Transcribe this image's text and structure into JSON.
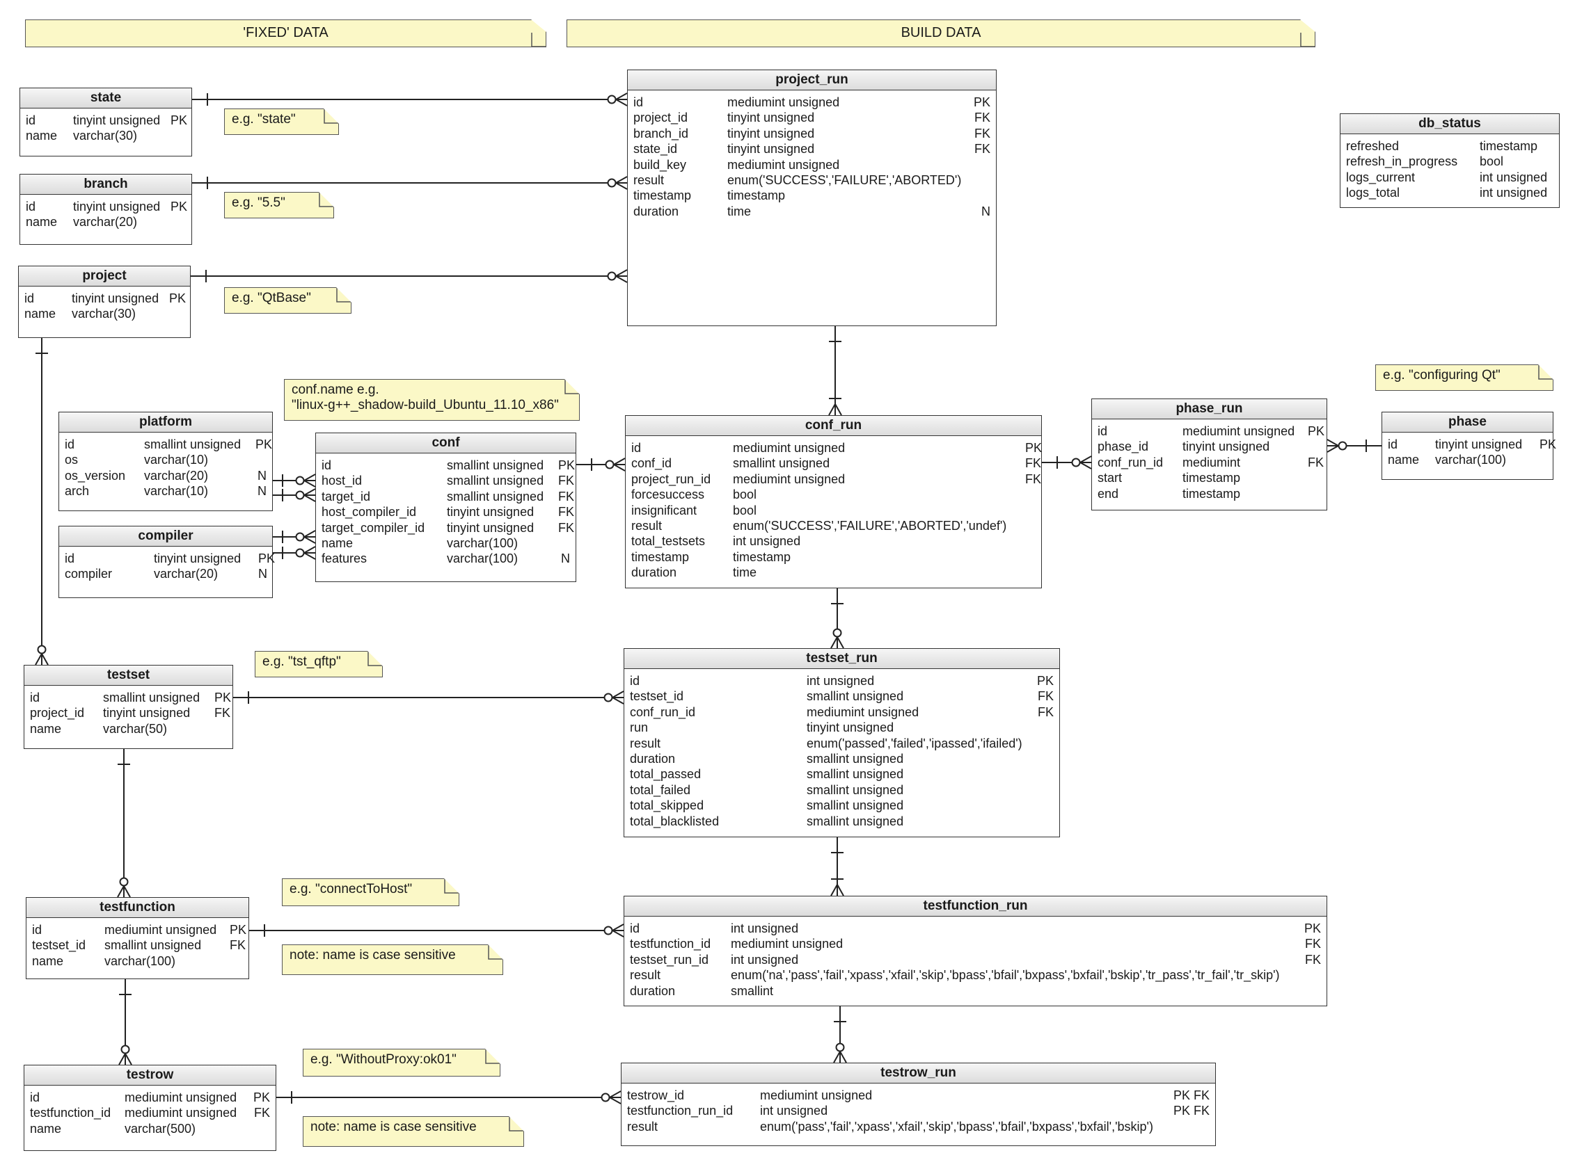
{
  "banners": {
    "fixed": "'FIXED' DATA",
    "build": "BUILD DATA"
  },
  "notes": {
    "state": "e.g. \"state\"",
    "branch": "e.g. \"5.5\"",
    "project": "e.g. \"QtBase\"",
    "conf": "conf.name e.g.\n\"linux-g++_shadow-build_Ubuntu_11.10_x86\"",
    "phase": "e.g. \"configuring Qt\"",
    "testset": "e.g. \"tst_qftp\"",
    "testfunction": "e.g. \"connectToHost\"",
    "testfunction_case": "note: name is case sensitive",
    "testrow": "e.g. \"WithoutProxy:ok01\"",
    "testrow_case": "note: name is case sensitive"
  },
  "entities": [
    {
      "id": "state",
      "title": "state",
      "rows": [
        [
          "id",
          "tinyint unsigned",
          "PK"
        ],
        [
          "name",
          "varchar(30)",
          ""
        ]
      ]
    },
    {
      "id": "branch",
      "title": "branch",
      "rows": [
        [
          "id",
          "tinyint unsigned",
          "PK"
        ],
        [
          "name",
          "varchar(20)",
          ""
        ]
      ]
    },
    {
      "id": "project",
      "title": "project",
      "rows": [
        [
          "id",
          "tinyint unsigned",
          "PK"
        ],
        [
          "name",
          "varchar(30)",
          ""
        ]
      ]
    },
    {
      "id": "platform",
      "title": "platform",
      "rows": [
        [
          "id",
          "smallint unsigned",
          "PK"
        ],
        [
          "os",
          "varchar(10)",
          ""
        ],
        [
          "os_version",
          "varchar(20)",
          "N"
        ],
        [
          "arch",
          "varchar(10)",
          "N"
        ]
      ]
    },
    {
      "id": "compiler",
      "title": "compiler",
      "rows": [
        [
          "id",
          "tinyint unsigned",
          "PK"
        ],
        [
          "compiler",
          "varchar(20)",
          "N"
        ]
      ]
    },
    {
      "id": "conf",
      "title": "conf",
      "rows": [
        [
          "id",
          "smallint unsigned",
          "PK"
        ],
        [
          "host_id",
          "smallint unsigned",
          "FK"
        ],
        [
          "target_id",
          "smallint unsigned",
          "FK"
        ],
        [
          "host_compiler_id",
          "tinyint unsigned",
          "FK"
        ],
        [
          "target_compiler_id",
          "tinyint unsigned",
          "FK"
        ],
        [
          "name",
          "varchar(100)",
          ""
        ],
        [
          "features",
          "varchar(100)",
          "N"
        ]
      ]
    },
    {
      "id": "project_run",
      "title": "project_run",
      "rows": [
        [
          "id",
          "mediumint unsigned",
          "PK"
        ],
        [
          "project_id",
          "tinyint unsigned",
          "FK"
        ],
        [
          "branch_id",
          "tinyint unsigned",
          "FK"
        ],
        [
          "state_id",
          "tinyint unsigned",
          "FK"
        ],
        [
          "build_key",
          "mediumint unsigned",
          ""
        ],
        [
          "result",
          "enum('SUCCESS','FAILURE','ABORTED')",
          ""
        ],
        [
          "timestamp",
          "timestamp",
          ""
        ],
        [
          "duration",
          "time",
          "N"
        ]
      ]
    },
    {
      "id": "db_status",
      "title": "db_status",
      "rows": [
        [
          "refreshed",
          "timestamp",
          ""
        ],
        [
          "refresh_in_progress",
          "bool",
          ""
        ],
        [
          "logs_current",
          "int unsigned",
          ""
        ],
        [
          "logs_total",
          "int unsigned",
          ""
        ]
      ]
    },
    {
      "id": "conf_run",
      "title": "conf_run",
      "rows": [
        [
          "id",
          "mediumint unsigned",
          "PK"
        ],
        [
          "conf_id",
          "smallint unsigned",
          "FK"
        ],
        [
          "project_run_id",
          "mediumint unsigned",
          "FK"
        ],
        [
          "forcesuccess",
          "bool",
          ""
        ],
        [
          "insignificant",
          "bool",
          ""
        ],
        [
          "result",
          "enum('SUCCESS','FAILURE','ABORTED','undef')",
          ""
        ],
        [
          "total_testsets",
          "int unsigned",
          ""
        ],
        [
          "timestamp",
          "timestamp",
          ""
        ],
        [
          "duration",
          "time",
          ""
        ]
      ]
    },
    {
      "id": "phase_run",
      "title": "phase_run",
      "rows": [
        [
          "id",
          "mediumint unsigned",
          "PK"
        ],
        [
          "phase_id",
          "tinyint unsigned",
          ""
        ],
        [
          "conf_run_id",
          "mediumint",
          "FK"
        ],
        [
          "start",
          "timestamp",
          ""
        ],
        [
          "end",
          "timestamp",
          ""
        ]
      ]
    },
    {
      "id": "phase",
      "title": "phase",
      "rows": [
        [
          "id",
          "tinyint unsigned",
          "PK"
        ],
        [
          "name",
          "varchar(100)",
          ""
        ]
      ]
    },
    {
      "id": "testset",
      "title": "testset",
      "rows": [
        [
          "id",
          "smallint unsigned",
          "PK"
        ],
        [
          "project_id",
          "tinyint unsigned",
          "FK"
        ],
        [
          "name",
          "varchar(50)",
          ""
        ]
      ]
    },
    {
      "id": "testset_run",
      "title": "testset_run",
      "rows": [
        [
          "id",
          "int unsigned",
          "PK"
        ],
        [
          "testset_id",
          "smallint unsigned",
          "FK"
        ],
        [
          "conf_run_id",
          "mediumint unsigned",
          "FK"
        ],
        [
          "run",
          "tinyint unsigned",
          ""
        ],
        [
          "result",
          "enum('passed','failed','ipassed','ifailed')",
          ""
        ],
        [
          "duration",
          "smallint unsigned",
          ""
        ],
        [
          "total_passed",
          "smallint unsigned",
          ""
        ],
        [
          "total_failed",
          "smallint unsigned",
          ""
        ],
        [
          "total_skipped",
          "smallint unsigned",
          ""
        ],
        [
          "total_blacklisted",
          "smallint unsigned",
          ""
        ]
      ]
    },
    {
      "id": "testfunction",
      "title": "testfunction",
      "rows": [
        [
          "id",
          "mediumint unsigned",
          "PK"
        ],
        [
          "testset_id",
          "smallint unsigned",
          "FK"
        ],
        [
          "name",
          "varchar(100)",
          ""
        ]
      ]
    },
    {
      "id": "testfunction_run",
      "title": "testfunction_run",
      "rows": [
        [
          "id",
          "int unsigned",
          "PK"
        ],
        [
          "testfunction_id",
          "mediumint unsigned",
          "FK"
        ],
        [
          "testset_run_id",
          "int unsigned",
          "FK"
        ],
        [
          "result",
          "enum('na','pass','fail','xpass','xfail','skip','bpass','bfail','bxpass','bxfail','bskip','tr_pass','tr_fail','tr_skip')",
          ""
        ],
        [
          "duration",
          "smallint",
          ""
        ]
      ]
    },
    {
      "id": "testrow",
      "title": "testrow",
      "rows": [
        [
          "id",
          "mediumint unsigned",
          "PK"
        ],
        [
          "testfunction_id",
          "mediumint unsigned",
          "FK"
        ],
        [
          "name",
          "varchar(500)",
          ""
        ]
      ]
    },
    {
      "id": "testrow_run",
      "title": "testrow_run",
      "rows": [
        [
          "testrow_id",
          "mediumint unsigned",
          "PK FK"
        ],
        [
          "testfunction_run_id",
          "int unsigned",
          "PK FK"
        ],
        [
          "result",
          "enum('pass','fail','xpass','xfail','skip','bpass','bfail','bxpass','bxfail','bskip')",
          ""
        ]
      ]
    }
  ]
}
